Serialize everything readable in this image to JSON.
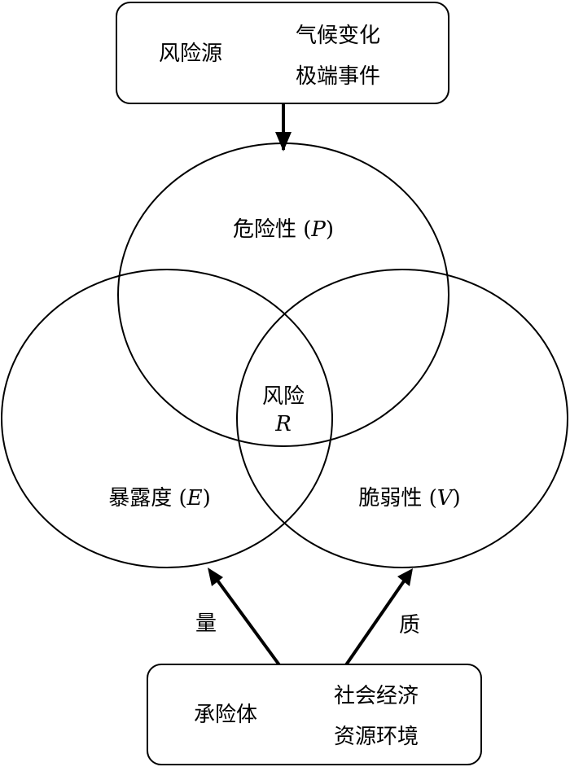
{
  "source_box": {
    "title": "风险源",
    "items": [
      "气候变化",
      "极端事件"
    ]
  },
  "exposed_box": {
    "title": "承险体",
    "items": [
      "社会经济",
      "资源环境"
    ]
  },
  "circles": {
    "hazard": {
      "label": "危险性",
      "symbol": "P"
    },
    "exposure": {
      "label": "暴露度",
      "symbol": "E"
    },
    "vulnerability": {
      "label": "脆弱性",
      "symbol": "V"
    }
  },
  "center": {
    "label": "风险",
    "symbol": "R"
  },
  "arrows": {
    "quantity_label": "量",
    "quality_label": "质"
  }
}
